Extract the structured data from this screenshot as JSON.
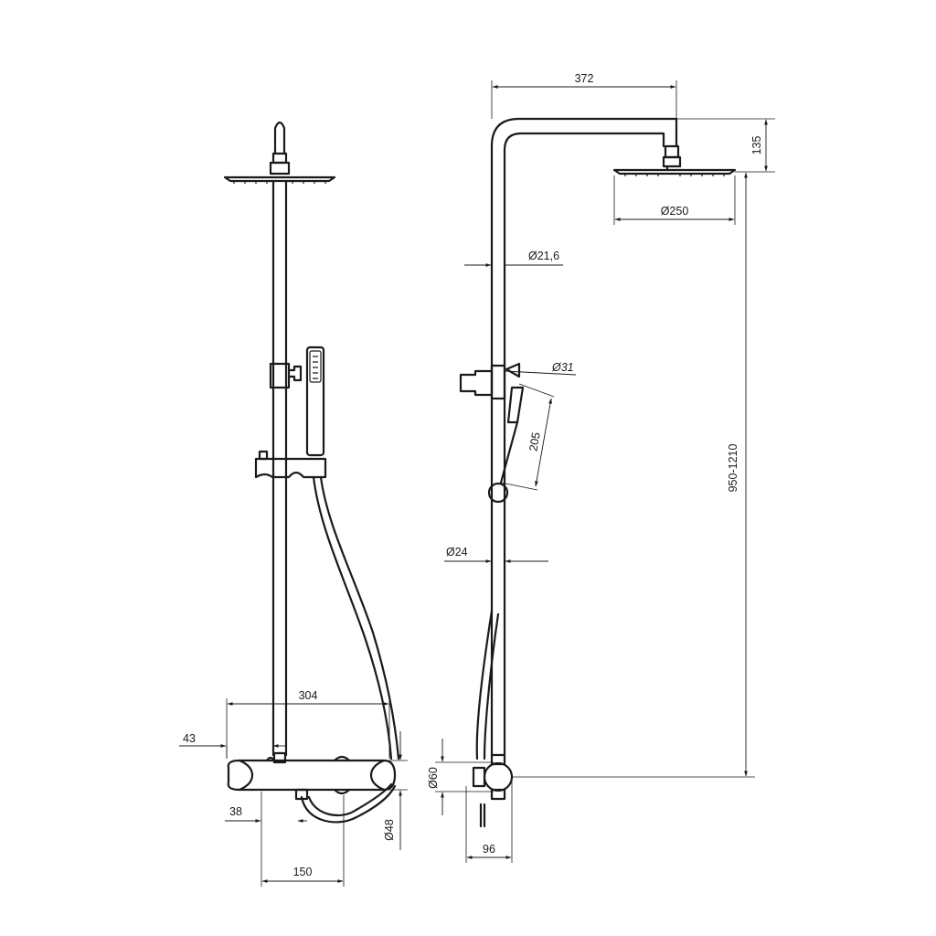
{
  "dimensions": {
    "d372": "372",
    "d135": "135",
    "d250": "Ø250",
    "d21_6": "Ø21,6",
    "d31": "Ø31",
    "d205": "205",
    "d950_1210": "950-1210",
    "d24": "Ø24",
    "d60": "Ø60",
    "d96": "96",
    "d304": "304",
    "d43": "43",
    "d38": "38",
    "d48": "Ø48",
    "d150": "150"
  },
  "colors": {
    "line": "#1a1a1a",
    "background": "#ffffff"
  }
}
